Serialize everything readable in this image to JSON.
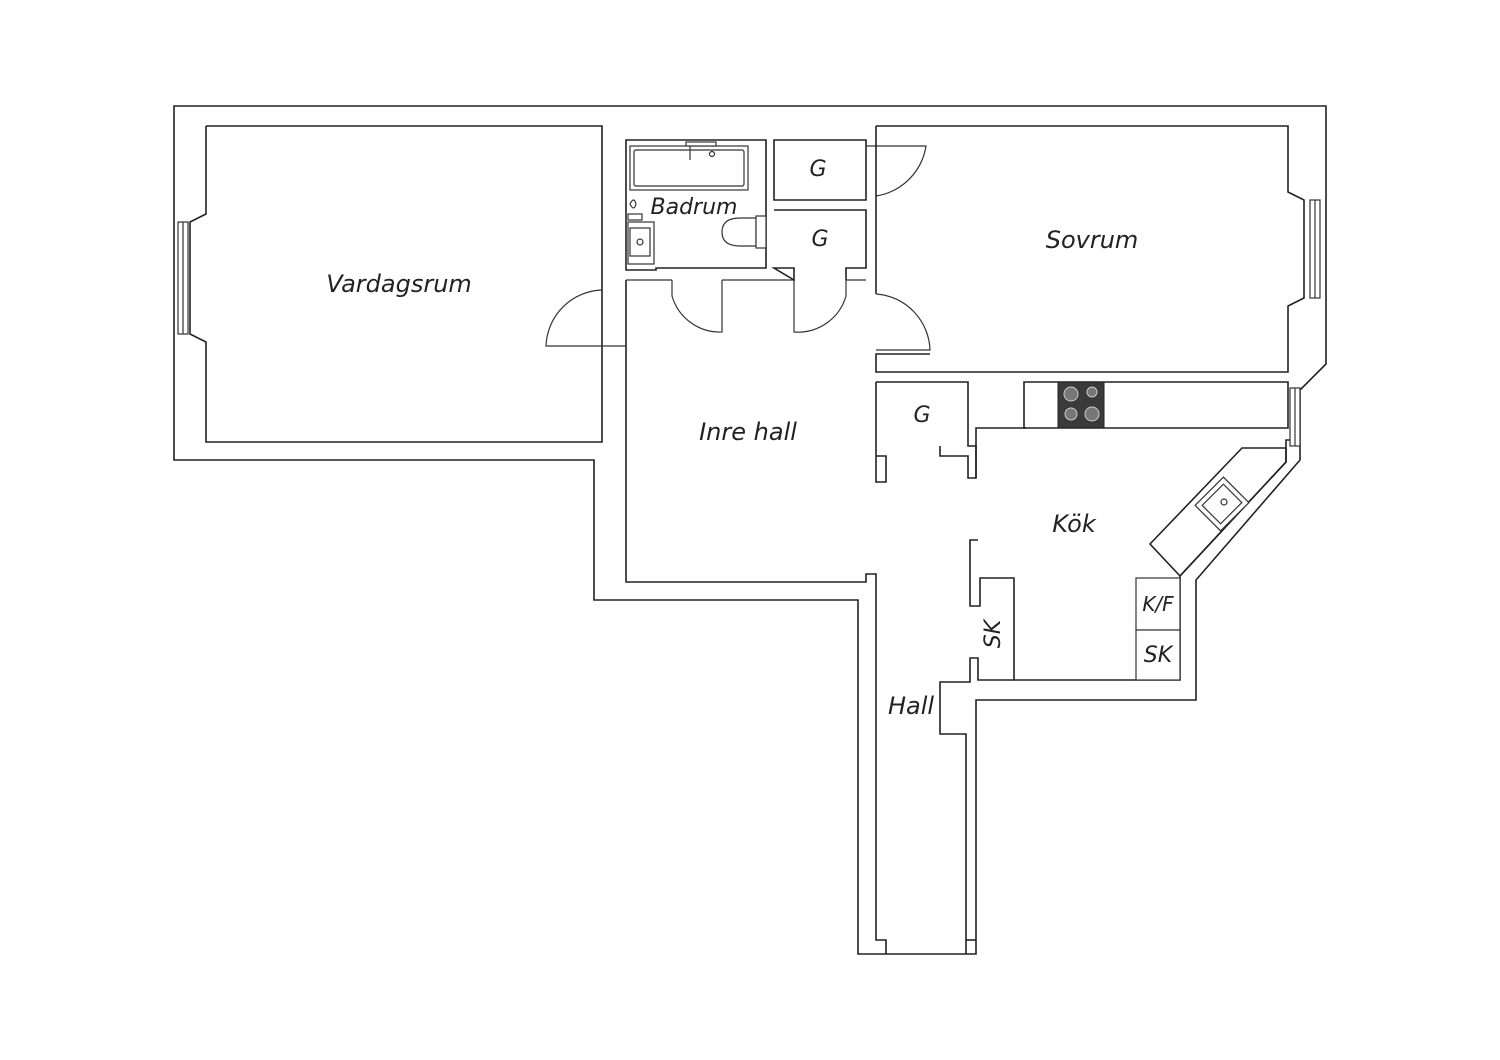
{
  "rooms": {
    "living_room": "Vardagsrum",
    "bathroom": "Badrum",
    "closet_1": "G",
    "closet_2": "G",
    "bedroom": "Sovrum",
    "inner_hall": "Inre hall",
    "closet_3": "G",
    "kitchen": "Kök",
    "fridge_freezer": "K/F",
    "cabinet_kitchen": "SK",
    "cabinet_hall": "SK",
    "hall": "Hall"
  },
  "colors": {
    "wall": "#222222",
    "stove": "#3a3a3a",
    "background": "#ffffff"
  }
}
